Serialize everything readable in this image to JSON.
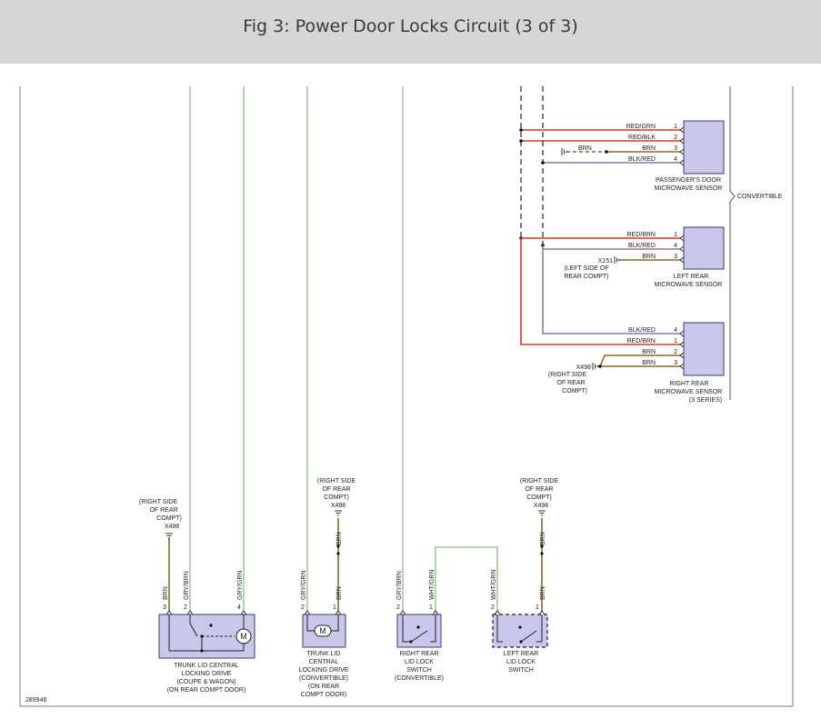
{
  "title": "Fig 3: Power Door Locks Circuit (3 of 3)",
  "diagram_id": "289946",
  "colors": {
    "red": "#d43a1f",
    "brown": "#8a6a2a",
    "green": "#9fc99a",
    "purple": "#8a7aa0",
    "component": "#c9c7ea"
  },
  "passenger_sensor": {
    "wires": [
      "RED/GRN",
      "RED/BLK",
      "BRN",
      "BLK/RED"
    ],
    "pins": [
      "1",
      "2",
      "3",
      "4"
    ],
    "ground_label": "BRN",
    "name_1": "PASSENGER'S DOOR",
    "name_2": "MICROWAVE SENSOR"
  },
  "convertible_label": "CONVERTIBLE",
  "left_sensor": {
    "wires": [
      "RED/BRN",
      "BLK/RED",
      "BRN"
    ],
    "pins": [
      "1",
      "4",
      "3"
    ],
    "ground": "X151",
    "ground_loc_1": "(LEFT SIDE OF",
    "ground_loc_2": "REAR COMPT)",
    "name_1": "LEFT REAR",
    "name_2": "MICROWAVE SENSOR"
  },
  "right_sensor": {
    "wires": [
      "BLK/RED",
      "RED/BRN",
      "BRN",
      "BRN"
    ],
    "pins": [
      "4",
      "1",
      "2",
      "3"
    ],
    "ground": "X498",
    "ground_loc_1": "(RIGHT SIDE",
    "ground_loc_2": "OF REAR",
    "ground_loc_3": "COMPT)",
    "name_1": "RIGHT REAR",
    "name_2": "MICROWAVE SENSOR",
    "name_3": "(3 SERIES)"
  },
  "trunk_drive_coupe": {
    "ground_loc_1": "(RIGHT SIDE",
    "ground_loc_2": "OF REAR",
    "ground_loc_3": "COMPT)",
    "ground": "X498",
    "pins": [
      "3",
      "2",
      "4"
    ],
    "wires": [
      "BRN",
      "GRY/BRN",
      "GRY/GRN"
    ],
    "motor": "M",
    "name_1": "TRUNK LID CENTRAL",
    "name_2": "LOCKING DRIVE",
    "name_3": "(COUPE & WAGON)",
    "name_4": "(ON REAR COMPT DOOR)"
  },
  "trunk_drive_conv": {
    "ground_loc_1": "(RIGHT SIDE",
    "ground_loc_2": "OF REAR",
    "ground_loc_3": "COMPT)",
    "ground": "X498",
    "pins": [
      "2",
      "1"
    ],
    "wires": [
      "GRY/GRN",
      "BRN"
    ],
    "upper_wire": "BRN",
    "motor": "M",
    "name_1": "TRUNK LID",
    "name_2": "CENTRAL",
    "name_3": "LOCKING DRIVE",
    "name_4": "(CONVERTIBLE)",
    "name_5": "(ON REAR",
    "name_6": "COMPT DOOR)"
  },
  "right_switch": {
    "pins": [
      "2",
      "1"
    ],
    "wires": [
      "GRY/BRN",
      "WHT/GRN"
    ],
    "name_1": "RIGHT REAR",
    "name_2": "LID LOCK",
    "name_3": "SWITCH",
    "name_4": "(CONVERTIBLE)"
  },
  "left_switch": {
    "ground_loc_1": "(RIGHT SIDE",
    "ground_loc_2": "OF REAR",
    "ground_loc_3": "COMPT)",
    "ground": "X498",
    "pins": [
      "2",
      "1"
    ],
    "wires": [
      "WHT/GRN",
      "BRN"
    ],
    "upper_wire": "BRN",
    "name_1": "LEFT REAR",
    "name_2": "LID LOCK",
    "name_3": "SWITCH"
  }
}
